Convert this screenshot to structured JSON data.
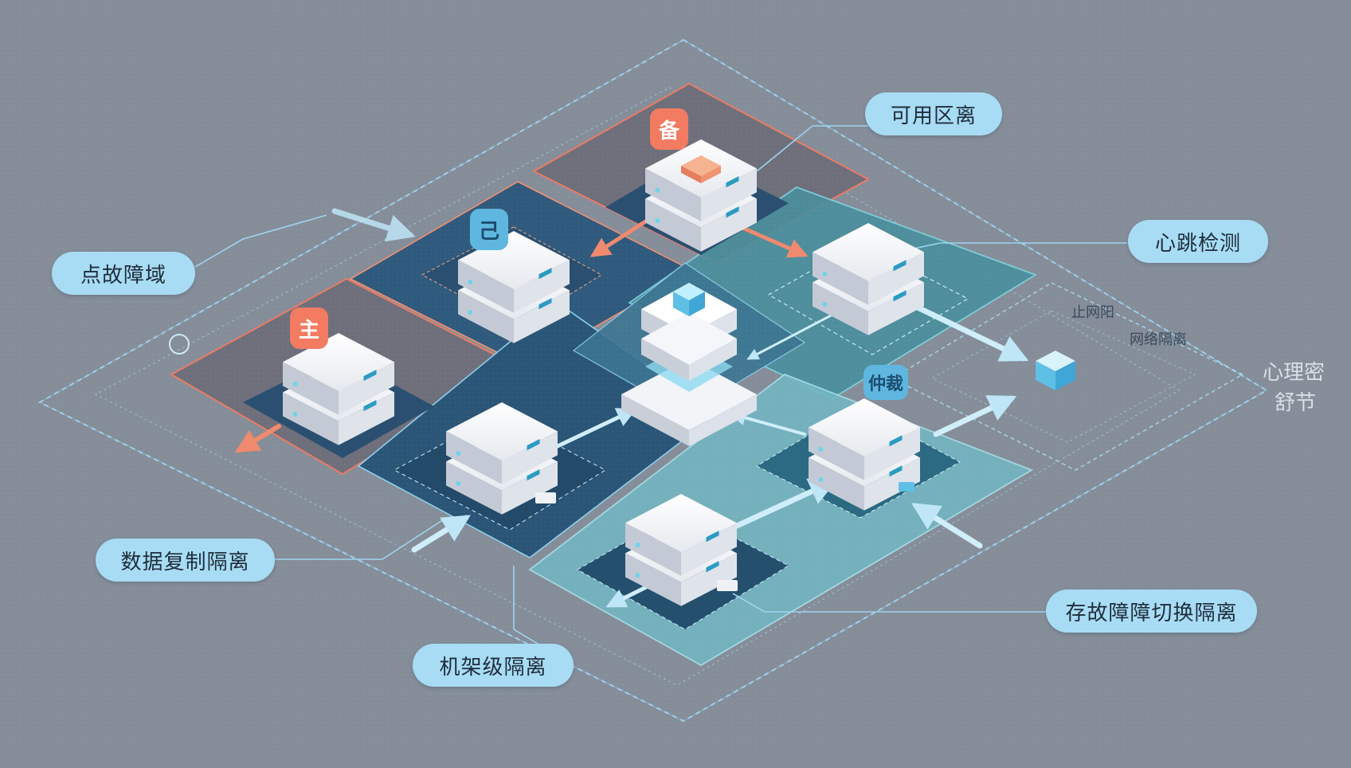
{
  "labels": {
    "availability_zone": "可用区离",
    "heartbeat": "心跳检测",
    "single_fault_domain": "点故障域",
    "data_replication": "数据复制隔离",
    "rack_isolation": "机架级隔离",
    "failover_isolation": "存故障障切换隔离"
  },
  "badges": {
    "primary": "主",
    "backup": "备",
    "standby": "己",
    "arbiter": "仲裁"
  },
  "faint_text": {
    "tag_a": "止网阳",
    "tag_b": "网络隔离",
    "side_a": "心理密",
    "side_b": "舒节"
  },
  "colors": {
    "accent_orange": "#f27b62",
    "accent_blue": "#5fb7e0",
    "pill_bg": "#a8dcf5",
    "zone_dark": "#2d5678",
    "zone_teal": "#4c9aa8"
  },
  "icons": {
    "server": "server-stack-icon",
    "arbiter_node": "cube-icon",
    "network": "network-node-icon"
  }
}
